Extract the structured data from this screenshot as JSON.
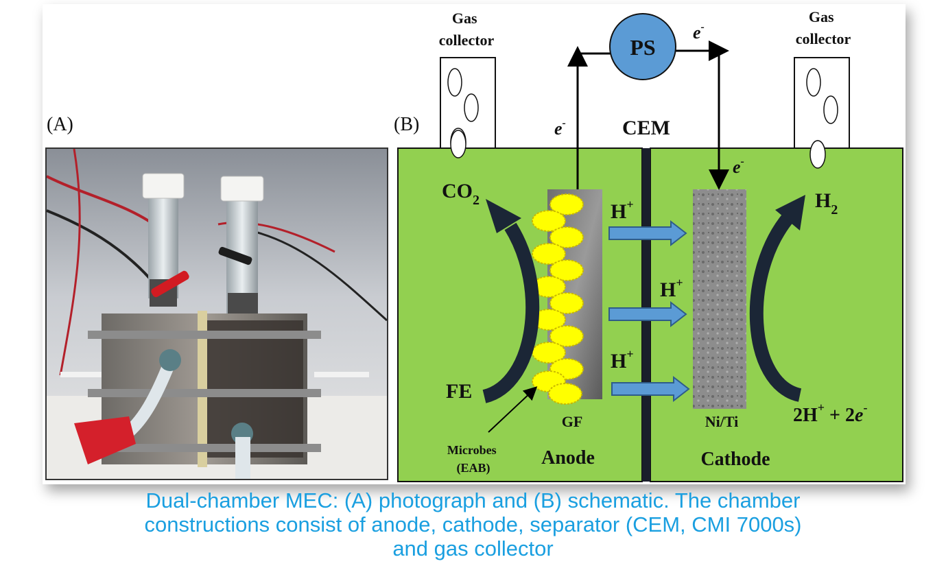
{
  "photo": {
    "label": "(A)"
  },
  "schematic": {
    "label": "(B)",
    "gas_collector_left": [
      "Gas",
      "collector"
    ],
    "gas_collector_right": [
      "Gas",
      "collector"
    ],
    "power_supply": "PS",
    "electron": "e",
    "electron_sup": "-",
    "membrane": "CEM",
    "co2": "CO",
    "co2_sub": "2",
    "h2": "H",
    "h2_sub": "2",
    "proton": "H",
    "proton_sup": "+",
    "feed": "FE",
    "anode_material": "GF",
    "cathode_material": "Ni/Ti",
    "microbes": [
      "Microbes",
      "(EAB)"
    ],
    "anode_label": "Anode",
    "cathode_label": "Cathode",
    "reaction_lhs": "2H",
    "reaction_mid": " + 2",
    "reaction_e": "e",
    "colors": {
      "chamber": "#92d050",
      "ps_circle": "#5b9bd5",
      "proton_arrow": "#5b9bd5",
      "microbe": "#ffff00",
      "caption": "#1a9fe0"
    }
  },
  "caption": {
    "lines": [
      "Dual-chamber MEC: (A) photograph and (B) schematic. The chamber",
      "constructions consist of anode, cathode, separator (CEM, CMI 7000s)",
      "and gas collector"
    ]
  }
}
